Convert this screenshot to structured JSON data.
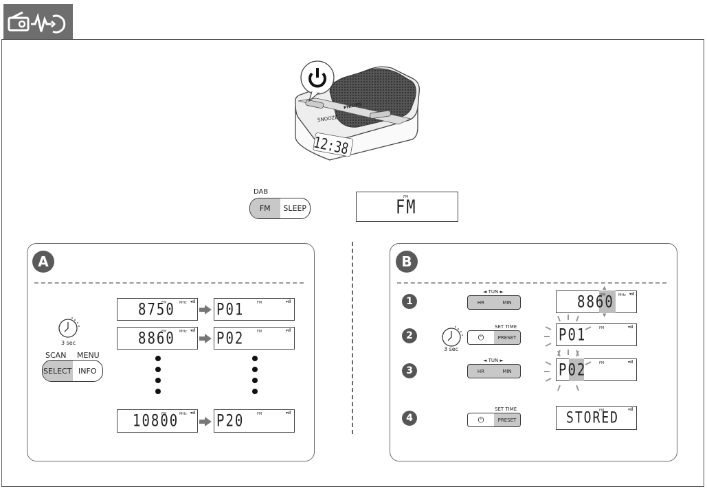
{
  "header": {
    "icon": "radio-fm-icon"
  },
  "top": {
    "device_brand": "PHILIPS",
    "device_clock": "12:38",
    "device_snooze_label": "SNOOZE",
    "power_icon": "power-icon",
    "mode_button": {
      "top_label": "DAB",
      "left": "FM",
      "right": "SLEEP"
    },
    "display": {
      "indicator": "FM",
      "text": "FM"
    }
  },
  "panel_a": {
    "badge": "A",
    "timer_label": "3 sec",
    "labels": {
      "scan": "SCAN",
      "menu": "MENU"
    },
    "button": {
      "left": "SELECT",
      "right": "INFO"
    },
    "rows": [
      {
        "freq": "8750",
        "preset": "P01"
      },
      {
        "freq": "8860",
        "preset": "P02"
      },
      {
        "freq": "10800",
        "preset": "P20"
      }
    ],
    "lcd_fm": "FM",
    "lcd_mhz": "MHz"
  },
  "panel_b": {
    "badge": "B",
    "steps": [
      "1",
      "2",
      "3",
      "4"
    ],
    "tun_label": "◄ TUN ►",
    "hr": "HR",
    "min": "MIN",
    "set_time": "SET TIME",
    "preset": "PRESET",
    "timer_label": "3 sec",
    "displays": [
      "8860",
      "P01",
      "P02",
      "STORED"
    ],
    "lcd_fm": "FM",
    "lcd_mhz": "MHz"
  },
  "colors": {
    "badge": "#5a5a5a",
    "highlight": "#c8c8c8",
    "arrow": "#777777"
  }
}
